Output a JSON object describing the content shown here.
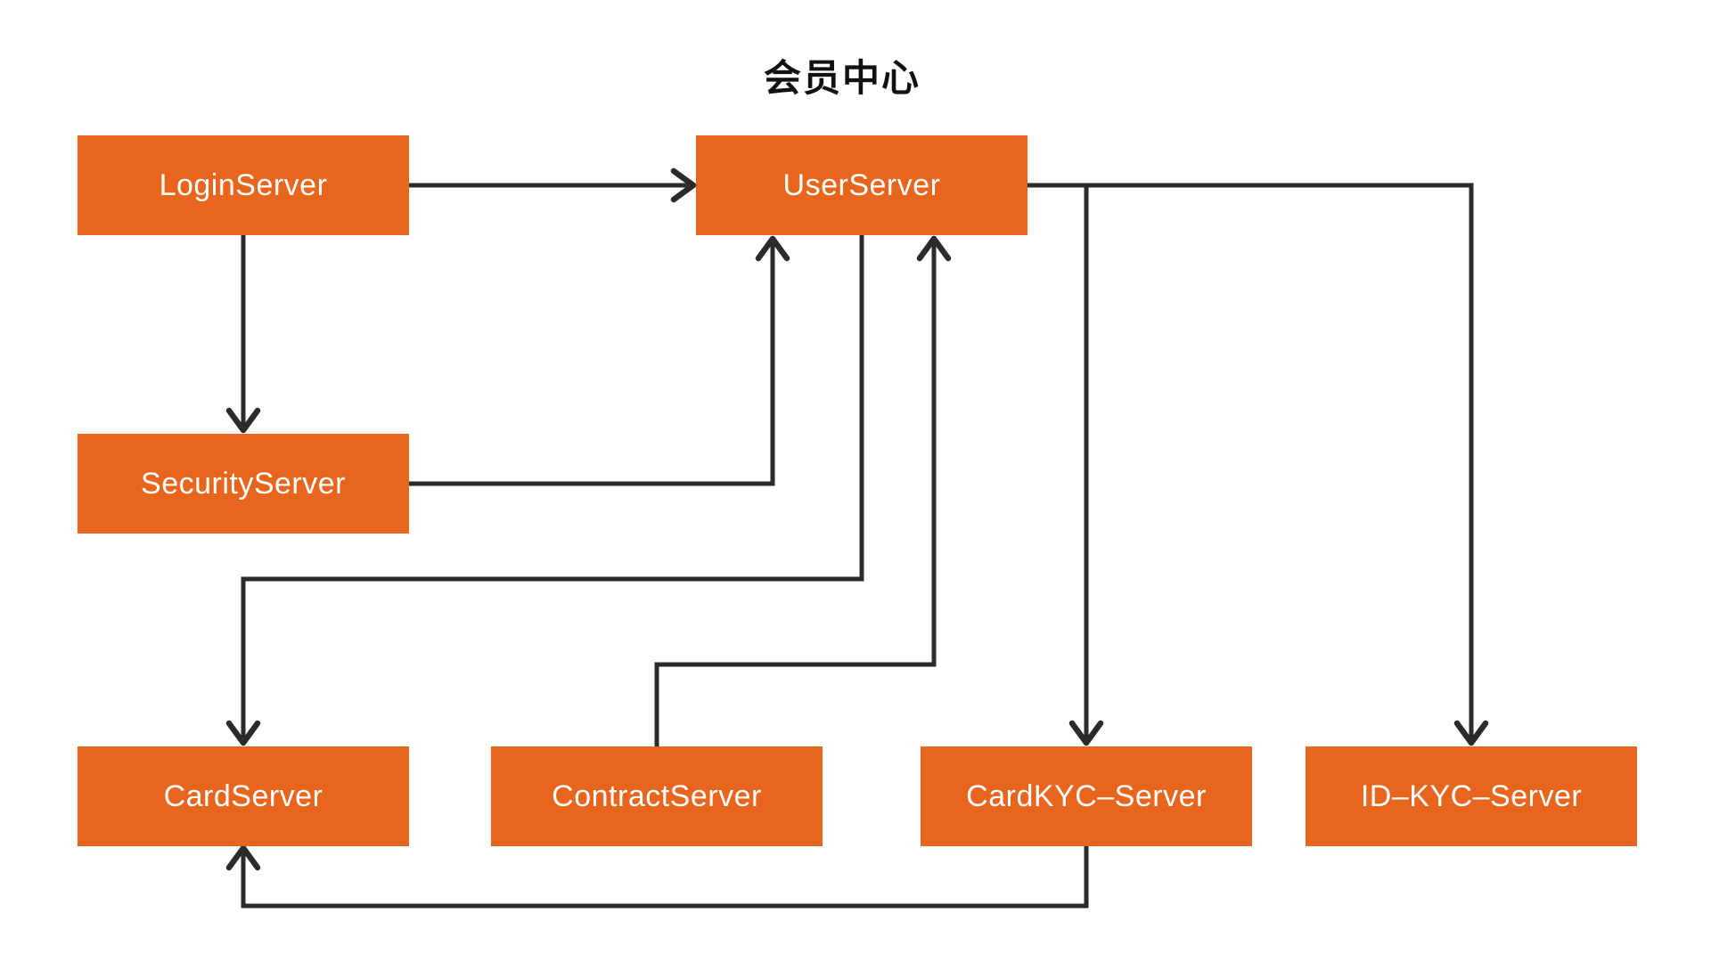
{
  "diagram": {
    "title": "会员中心",
    "colors": {
      "background": "#ffffff",
      "node_fill": "#e7651c",
      "node_text": "#ffffff",
      "edge": "#2b2b2b",
      "title_text": "#111111"
    },
    "nodes": [
      {
        "id": "loginserver",
        "label": "LoginServer"
      },
      {
        "id": "userserver",
        "label": "UserServer"
      },
      {
        "id": "securityserver",
        "label": "SecurityServer"
      },
      {
        "id": "cardserver",
        "label": "CardServer"
      },
      {
        "id": "contractserver",
        "label": "ContractServer"
      },
      {
        "id": "cardkycserver",
        "label": "CardKYC–Server"
      },
      {
        "id": "idkycserver",
        "label": "ID–KYC–Server"
      }
    ],
    "edges": [
      {
        "from": "LoginServer",
        "to": "UserServer"
      },
      {
        "from": "LoginServer",
        "to": "SecurityServer"
      },
      {
        "from": "SecurityServer",
        "to": "UserServer"
      },
      {
        "from": "UserServer",
        "to": "CardServer"
      },
      {
        "from": "ContractServer",
        "to": "UserServer"
      },
      {
        "from": "UserServer",
        "to": "ID–KYC–Server"
      },
      {
        "from": "UserServer",
        "to": "CardKYC–Server"
      },
      {
        "from": "CardKYC–Server",
        "to": "CardServer"
      }
    ]
  }
}
